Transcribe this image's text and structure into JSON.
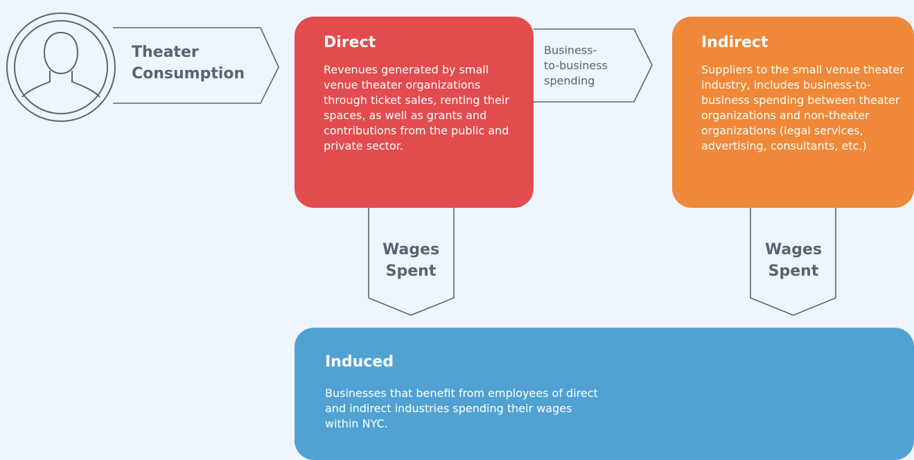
{
  "consumption": {
    "icon": "person-icon",
    "label": "Theater\nConsumption"
  },
  "b2b_arrow": {
    "label": "Business-\nto-business\nspending"
  },
  "direct": {
    "title": "Direct",
    "description": "Revenues generated by small venue theater organizations through ticket sales, renting their spaces, as well as grants and contributions from the public and private sector.",
    "color": "#e24c4e"
  },
  "indirect": {
    "title": "Indirect",
    "description": "Suppliers to the small venue theater industry, includes business-to-business spending between theater organizations and non-theater organizations (legal services, advertising, consultants, etc.)",
    "color": "#ef8838"
  },
  "wages_direct": {
    "label": "Wages\nSpent"
  },
  "wages_indirect": {
    "label": "Wages\nSpent"
  },
  "induced": {
    "title": "Induced",
    "description": "Businesses that benefit from employees of direct and indirect industries spending their wages within NYC.",
    "color": "#51a2d3"
  }
}
